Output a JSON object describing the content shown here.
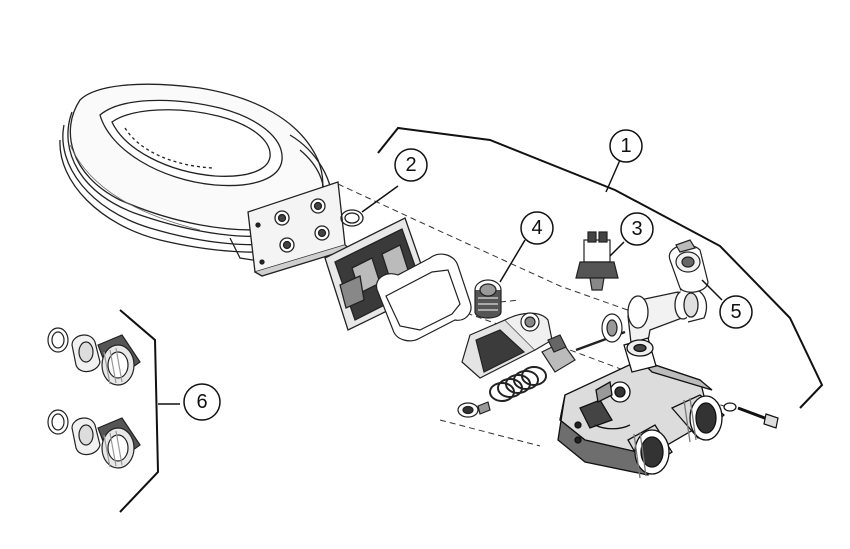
{
  "diagram": {
    "callouts": [
      {
        "label": "1"
      },
      {
        "label": "2"
      },
      {
        "label": "3"
      },
      {
        "label": "4"
      },
      {
        "label": "5"
      },
      {
        "label": "6"
      }
    ]
  },
  "colors": {
    "ink": "#111111",
    "shade": "#2a2a2a",
    "mid_gray": "#8a8a8a",
    "light_gray": "#d9d9d9",
    "paper": "#ffffff"
  }
}
